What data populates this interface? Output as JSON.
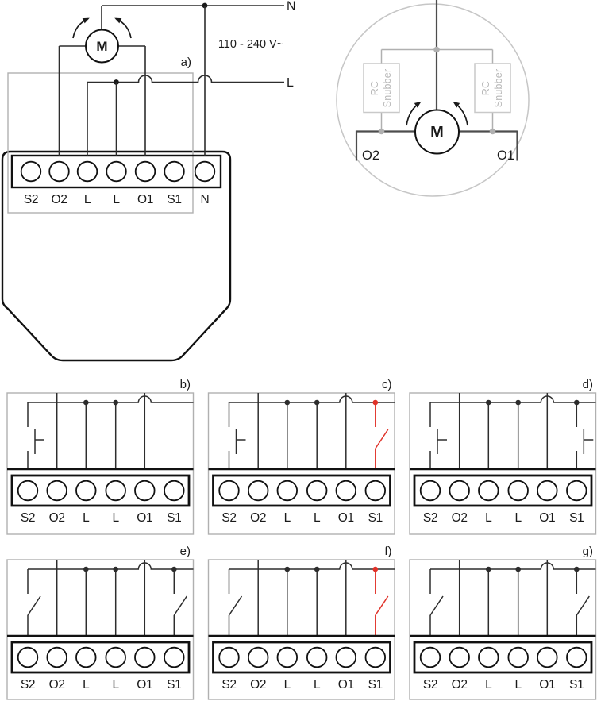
{
  "colors": {
    "schematic_black": "#2d2d2d",
    "terminal_black": "#111111",
    "region_gray": "#b0b0b0",
    "detail_light_gray": "#c6c6c6",
    "detail_text_gray": "#b9b9b9",
    "detail_dark_gray": "#4d4d4d",
    "accent_red": "#e03229"
  },
  "main_diagram": {
    "label": "a)",
    "neutral_label": "N",
    "live_label": "L",
    "voltage": "110 - 240 V~",
    "motor_label": "M",
    "terminals": [
      "S2",
      "O2",
      "L",
      "L",
      "O1",
      "S1",
      "N"
    ]
  },
  "motor_detail": {
    "motor_label": "M",
    "left_snubber": [
      "RC",
      "Snubber"
    ],
    "right_snubber": [
      "RC",
      "Snubber"
    ],
    "left_output": "O2",
    "right_output": "O1"
  },
  "sub_diagrams": [
    {
      "label": "b)",
      "terminals": [
        "S2",
        "O2",
        "L",
        "L",
        "O1",
        "S1"
      ],
      "s2_switch": "momentary",
      "s1_switch": "none",
      "s1_red": false
    },
    {
      "label": "c)",
      "terminals": [
        "S2",
        "O2",
        "L",
        "L",
        "O1",
        "S1"
      ],
      "s2_switch": "momentary",
      "s1_switch": "toggle",
      "s1_red": true
    },
    {
      "label": "d)",
      "terminals": [
        "S2",
        "O2",
        "L",
        "L",
        "O1",
        "S1"
      ],
      "s2_switch": "momentary",
      "s1_switch": "momentary",
      "s1_red": false
    },
    {
      "label": "e)",
      "terminals": [
        "S2",
        "O2",
        "L",
        "L",
        "O1",
        "S1"
      ],
      "s2_switch": "toggle",
      "s1_switch": "toggle",
      "s1_red": false
    },
    {
      "label": "f)",
      "terminals": [
        "S2",
        "O2",
        "L",
        "L",
        "O1",
        "S1"
      ],
      "s2_switch": "toggle",
      "s1_switch": "toggle",
      "s1_red": true
    },
    {
      "label": "g)",
      "terminals": [
        "S2",
        "O2",
        "L",
        "L",
        "O1",
        "S1"
      ],
      "s2_switch": "toggle",
      "s1_switch": "toggle",
      "s1_red": false
    }
  ]
}
